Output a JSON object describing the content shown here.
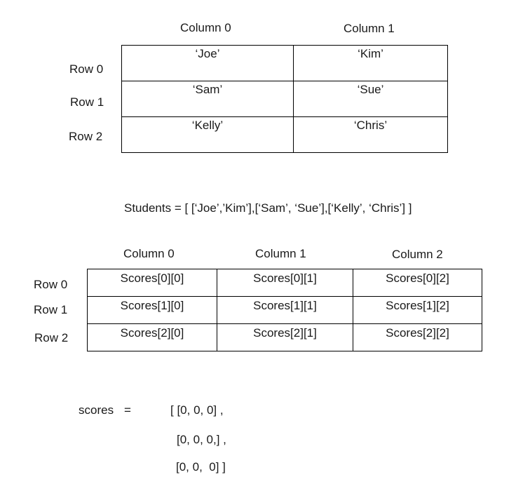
{
  "students_table": {
    "column_headers": [
      "Column 0",
      "Column 1"
    ],
    "row_headers": [
      "Row 0",
      "Row 1",
      "Row 2"
    ],
    "cells": [
      [
        "‘Joe’",
        "‘Kim’"
      ],
      [
        "‘Sam’",
        "‘Sue’"
      ],
      [
        "‘Kelly’",
        "‘Chris’"
      ]
    ]
  },
  "students_code": "Students = [ [‘Joe’,’Kim’],[‘Sam’, ‘Sue’],[‘Kelly’, ‘Chris’] ]",
  "scores_table": {
    "column_headers": [
      "Column 0",
      "Column 1",
      "Column 2"
    ],
    "row_headers": [
      "Row 0",
      "Row 1",
      "Row 2"
    ],
    "cells": [
      [
        "Scores[0][0]",
        "Scores[0][1]",
        "Scores[0][2]"
      ],
      [
        "Scores[1][0]",
        "Scores[1][1]",
        "Scores[1][2]"
      ],
      [
        "Scores[2][0]",
        "Scores[2][1]",
        "Scores[2][2]"
      ]
    ]
  },
  "scores_code": {
    "name": "scores",
    "equals": "=",
    "lines": [
      "[ [0, 0, 0] ,",
      "[0, 0, 0,] ,",
      "[0, 0,  0] ]"
    ]
  }
}
